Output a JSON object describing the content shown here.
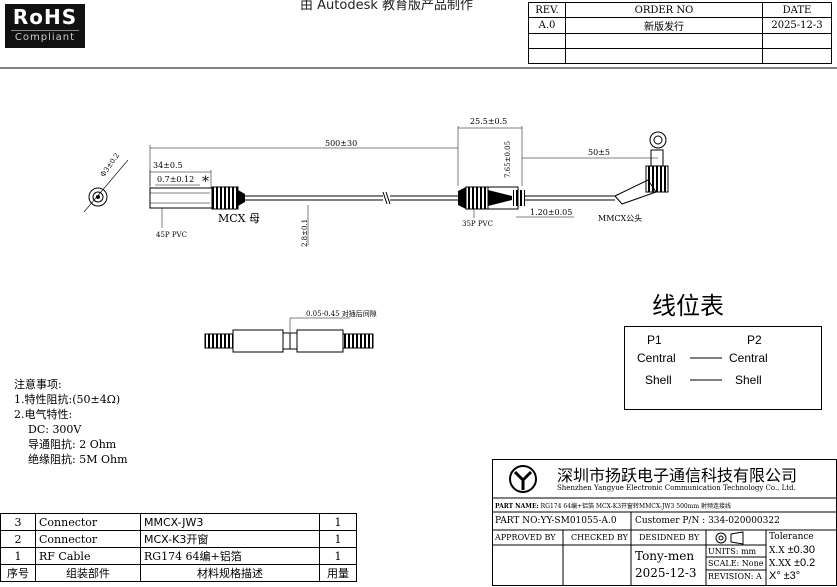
{
  "rohs": {
    "title": "RoHS",
    "subtitle": "Compliant"
  },
  "watermark": "由 Autodesk 教育版产品制作",
  "revision_table": {
    "headers": [
      "REV.",
      "ORDER NO",
      "DATE"
    ],
    "rows": [
      [
        "A.0",
        "新版发行",
        "2025-12-3"
      ],
      [
        "",
        "",
        ""
      ],
      [
        "",
        "",
        ""
      ]
    ]
  },
  "drawing": {
    "dim_diameter": "Φ3±0.2",
    "dim_34": "34±0.5",
    "dim_07": "0.7±0.12",
    "dim_500": "500±30",
    "dim_255": "25.5±0.5",
    "dim_765": "7.65±0.05",
    "dim_50": "50±5",
    "dim_28": "2.8±0.1",
    "dim_120": "1.20±0.05",
    "label_45p": "45P PVC",
    "label_mcx": "MCX 母",
    "label_35p": "35P PVC",
    "label_mmcx": "MMCX公头",
    "label_gap": "0.05-0.45 对插后间隙"
  },
  "wire_table": {
    "title": "线位表",
    "p1": "P1",
    "p2": "P2",
    "row1_left": "Central",
    "row1_right": "Central",
    "row2_left": "Shell",
    "row2_right": "Shell"
  },
  "notes": [
    "注意事项:",
    "1.特性阻抗:(50±4Ω)",
    "2.电气特性:",
    "DC: 300V",
    "导通阻抗: 2 Ohm",
    "绝缘阻抗: 5M Ohm"
  ],
  "bom": {
    "rows": [
      [
        "3",
        "Connector",
        "MMCX-JW3",
        "1"
      ],
      [
        "2",
        "Connector",
        "MCX-K3开窗",
        "1"
      ],
      [
        "1",
        "RF Cable",
        "RG174 64编+铝箔",
        "1"
      ]
    ],
    "header": [
      "序号",
      "组装部件",
      "材料规格描述",
      "用量"
    ]
  },
  "title_block": {
    "company_cn": "深圳市扬跃电子通信科技有限公司",
    "company_en": "Shenzhen Yangyue Electronic Communication Technology Co., Ltd.",
    "part_name_label": "PART NAME:",
    "part_name_value": "RG174 64编+铝箔 MCX-K3开窗转MMCX-JW3 500mm 射频连接线",
    "part_no": "PART NO:YY-SM01055-A.0",
    "customer_pn": "Customer P/N : 334-020000322",
    "approved_by": "APPROVED BY",
    "checked_by": "CHECKED BY",
    "designed_by": "DESIDNED BY",
    "designer": "Tony-men",
    "date": "2025-12-3",
    "units": "UNITS: mm",
    "scale": "SCALE: None",
    "revision": "REVISION: A",
    "tolerance_label": "Tolerance",
    "tol1_k": "X.X",
    "tol1_v": "±0.30",
    "tol2_k": "X.XX",
    "tol2_v": "±0.2",
    "tol3_k": "X°",
    "tol3_v": "±3°"
  }
}
